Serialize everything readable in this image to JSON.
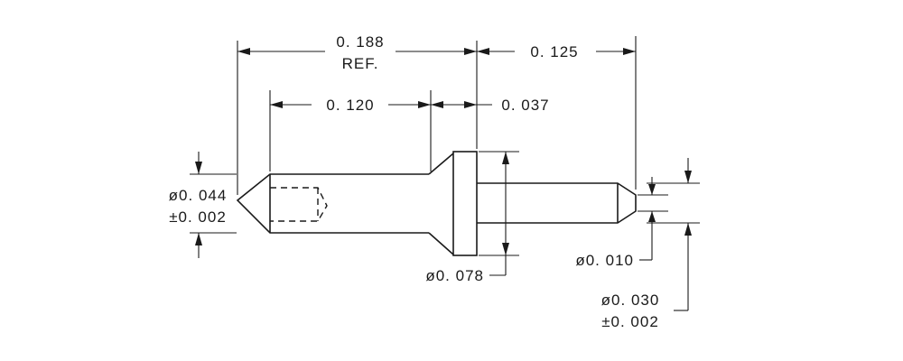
{
  "dimensions": {
    "overall_length": "0. 188",
    "overall_length_note": "REF.",
    "tip_length": "0. 125",
    "body_length": "0. 120",
    "flange_length": "0. 037",
    "body_diameter": "ø0. 044",
    "body_diameter_tol": "±0. 002",
    "flange_diameter": "ø0. 078",
    "tip_end_diameter": "ø0. 010",
    "tip_diameter": "ø0. 030",
    "tip_diameter_tol": "±0. 002"
  }
}
